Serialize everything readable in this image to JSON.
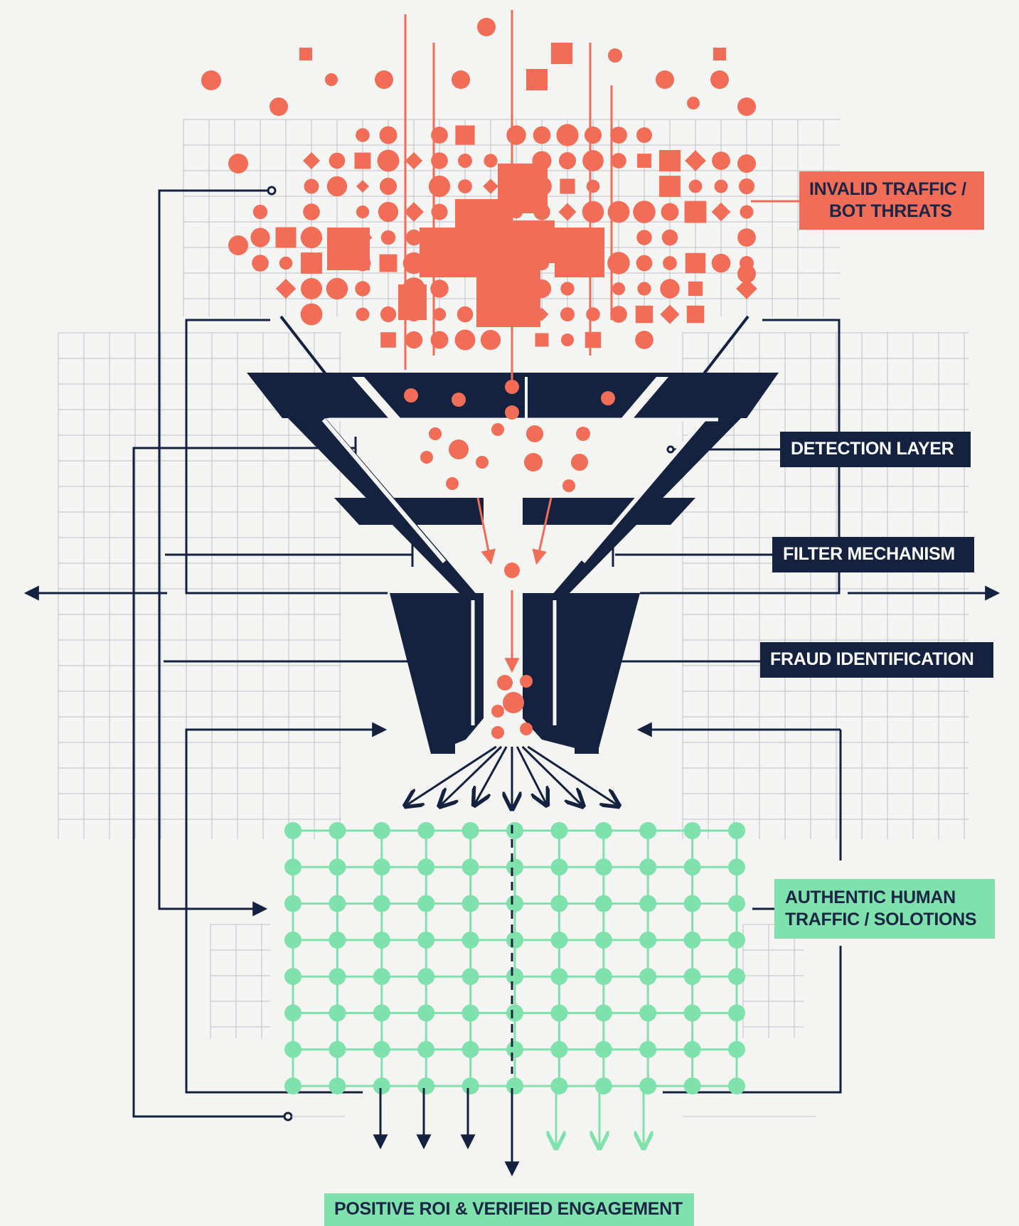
{
  "labels": {
    "invalid_traffic": {
      "line1": "INVALID TRAFFIC /",
      "line2": "BOT THREATS"
    },
    "detection_layer": "DETECTION LAYER",
    "filter_mechanism": "FILTER MECHANISM",
    "fraud_identification": "FRAUD IDENTIFICATION",
    "authentic_traffic": {
      "line1": "AUTHENTIC HUMAN",
      "line2": "TRAFFIC / SOLOTIONS"
    },
    "positive_roi": "POSITIVE ROI & VERIFIED ENGAGEMENT"
  },
  "colors": {
    "background": "#f4f4f2",
    "threat": "#f16d57",
    "navy": "#14213f",
    "authentic": "#7fe2ad",
    "grid": "#c9ccd6"
  },
  "icons": {
    "threat_particles": "circle-square-diamond-cloud",
    "funnel": "funnel-icon",
    "output_grid": "node-network-grid",
    "side_arrows": "arrow-left-right"
  }
}
